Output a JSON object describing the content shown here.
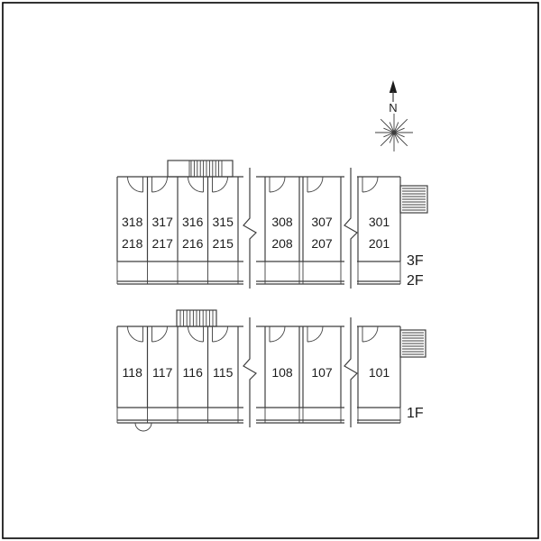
{
  "compass": {
    "north_label": "N"
  },
  "upper_plan": {
    "floor_label_top": "3F",
    "floor_label_bottom": "2F",
    "rooms": [
      {
        "upper": "318",
        "lower": "218"
      },
      {
        "upper": "317",
        "lower": "217"
      },
      {
        "upper": "316",
        "lower": "216"
      },
      {
        "upper": "315",
        "lower": "215"
      },
      {
        "upper": "308",
        "lower": "208"
      },
      {
        "upper": "307",
        "lower": "207"
      },
      {
        "upper": "301",
        "lower": "201"
      }
    ]
  },
  "lower_plan": {
    "floor_label": "1F",
    "rooms": [
      {
        "number": "118"
      },
      {
        "number": "117"
      },
      {
        "number": "116"
      },
      {
        "number": "115"
      },
      {
        "number": "108"
      },
      {
        "number": "107"
      },
      {
        "number": "101"
      }
    ]
  }
}
